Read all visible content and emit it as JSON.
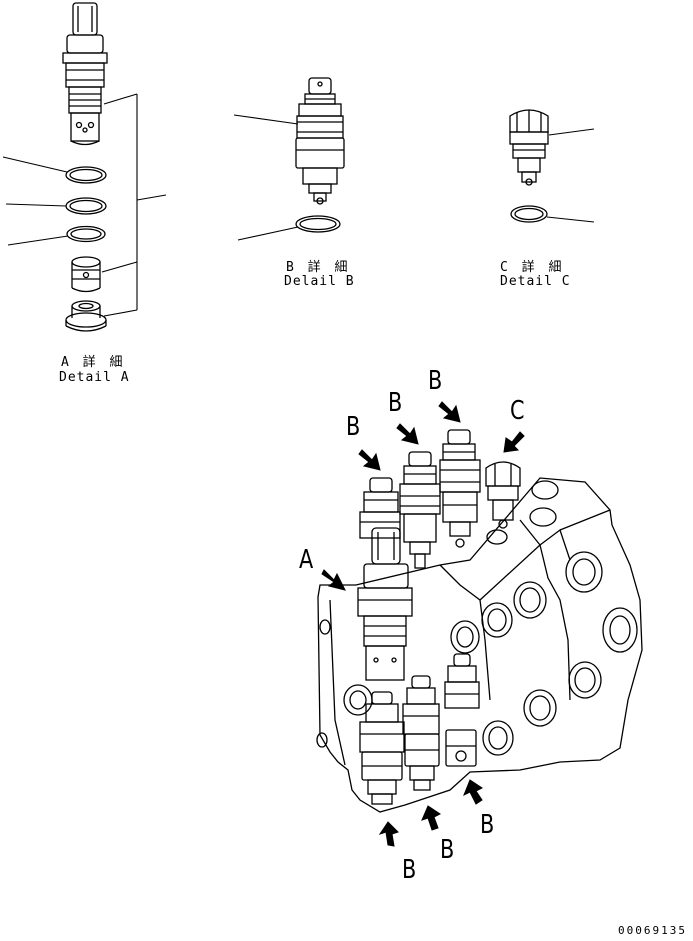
{
  "details": {
    "a": {
      "jp": "A 詳 細",
      "en": "Detail A"
    },
    "b": {
      "jp": "B 詳 細",
      "en": "Delail B"
    },
    "c": {
      "jp": "C 詳 細",
      "en": "Detail C"
    }
  },
  "callouts": {
    "a": "A",
    "b": "B",
    "c": "C"
  },
  "doc_number": "00069135"
}
